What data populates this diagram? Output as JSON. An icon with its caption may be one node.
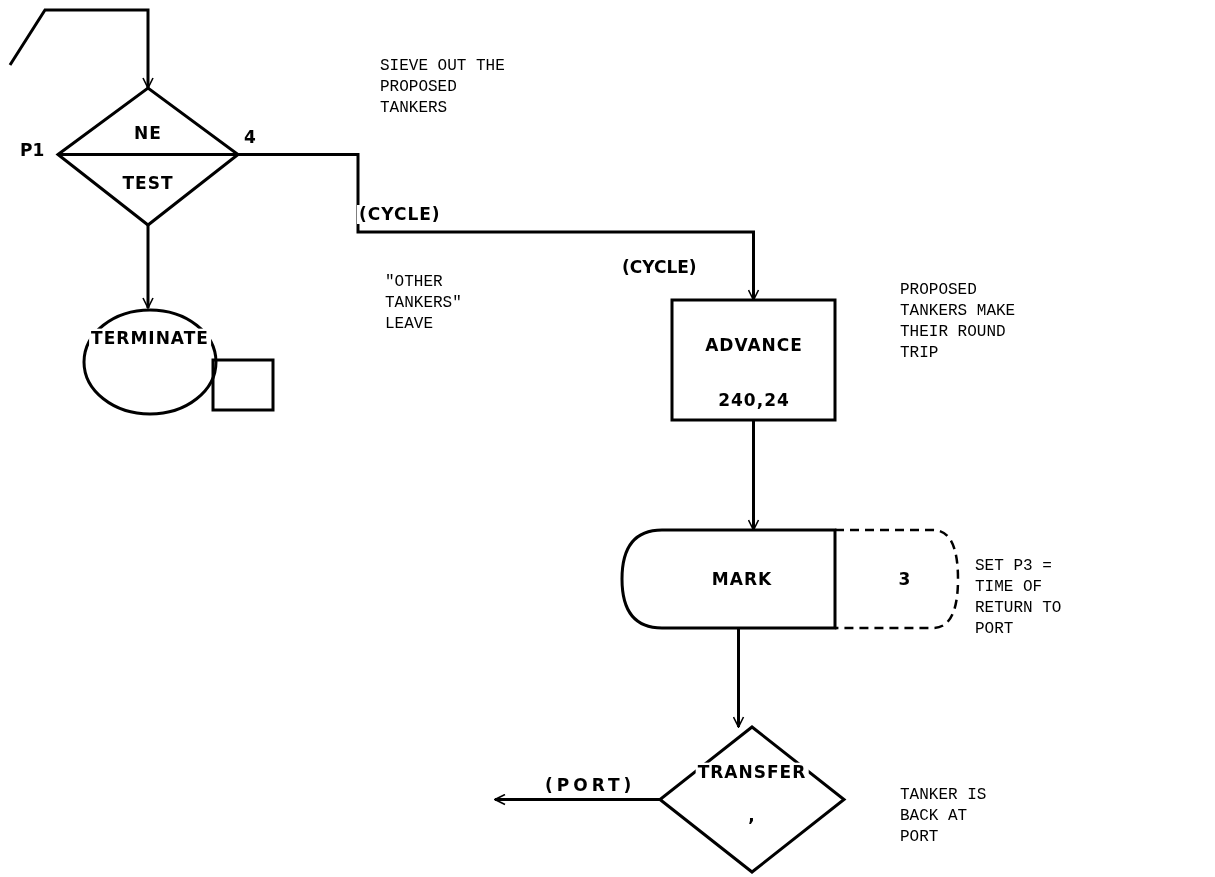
{
  "diagram": {
    "nodes": [
      {
        "text": [
          "NE",
          "TEST"
        ],
        "beside": [
          "P1",
          "4"
        ]
      },
      {
        "text": [
          "TERMINATE"
        ]
      },
      {
        "text": [
          "ADVANCE",
          "240,24"
        ],
        "beside": [
          "(CYCLE)"
        ]
      },
      {
        "text": [
          "MARK"
        ]
      },
      {
        "text": [
          "3"
        ]
      },
      {
        "text": [
          "TRANSFER",
          ","
        ]
      }
    ],
    "edges": [
      {
        "from": null,
        "to": 0,
        "arrow": "to"
      },
      {
        "from": 0,
        "to": 1,
        "arrow": "to"
      },
      {
        "from": 0,
        "to": 2,
        "arrow": "to",
        "label": "(CYCLE)"
      },
      {
        "from": 2,
        "to": 3,
        "arrow": "to"
      },
      {
        "from": 3,
        "to": 5,
        "arrow": "to"
      },
      {
        "from": 5,
        "to": null,
        "arrow": "to",
        "label": "(PORT)"
      }
    ],
    "labels": [
      "SIEVE OUT THE PROPOSED TANKERS",
      "\"OTHER TANKERS\" LEAVE",
      "PROPOSED TANKERS MAKE THEIR ROUND TRIP",
      "SET P3 = TIME OF RETURN TO PORT",
      "TANKER IS BACK AT PORT"
    ]
  }
}
